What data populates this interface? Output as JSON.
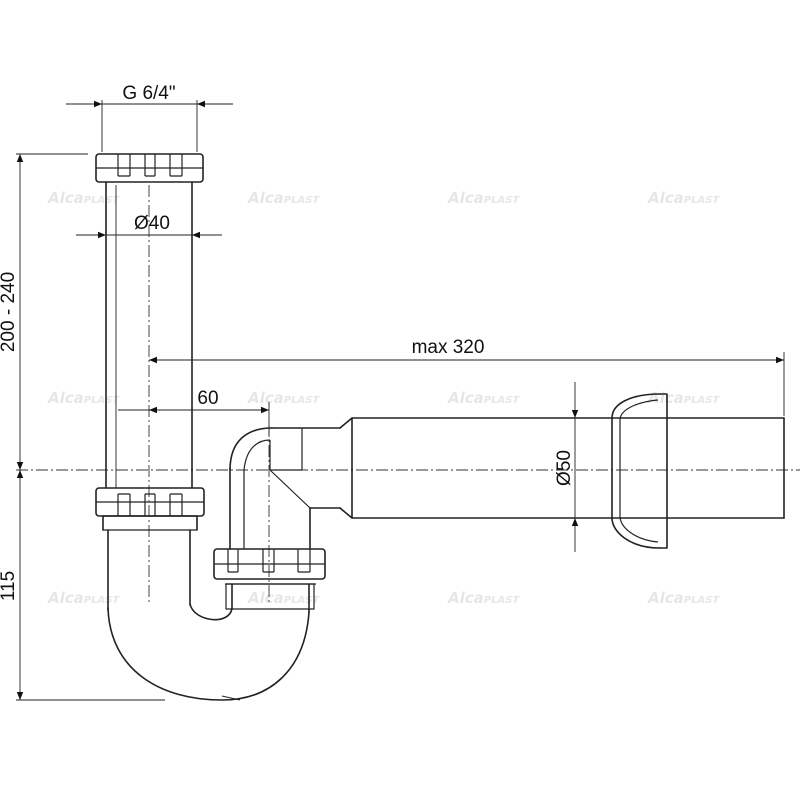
{
  "dimensions": {
    "outlet_thread": "G 6/4\"",
    "tube_diameter": "Ø40",
    "max_length": "max 320",
    "offset": "60",
    "outlet_diameter": "Ø50",
    "upper_height": "200 - 240",
    "lower_height": "115"
  },
  "watermark": {
    "brand_a": "Alca",
    "brand_b": "PLAST"
  },
  "colors": {
    "line": "#222222",
    "watermark": "#e6e6e6"
  }
}
